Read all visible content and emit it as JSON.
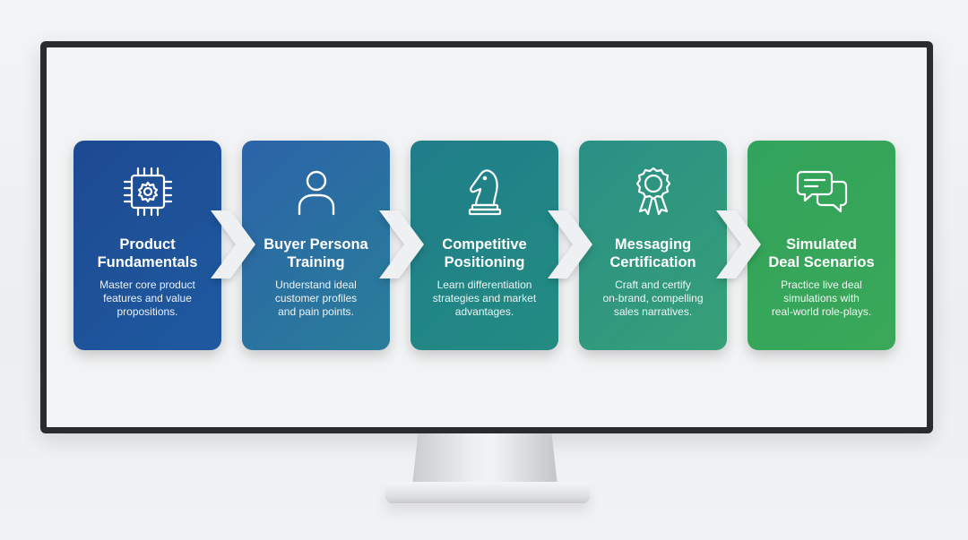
{
  "steps": [
    {
      "title_lines": [
        "Product",
        "Fundamentals"
      ],
      "desc_lines": [
        "Master core product",
        "features and value",
        "propositions."
      ],
      "icon": "chip-gear-icon"
    },
    {
      "title_lines": [
        "Buyer Persona",
        "Training"
      ],
      "desc_lines": [
        "Understand ideal",
        "customer profiles",
        "and pain points."
      ],
      "icon": "person-icon"
    },
    {
      "title_lines": [
        "Competitive",
        "Positioning"
      ],
      "desc_lines": [
        "Learn differentiation",
        "strategies and market",
        "advantages."
      ],
      "icon": "chess-knight-icon"
    },
    {
      "title_lines": [
        "Messaging",
        "Certification"
      ],
      "desc_lines": [
        "Craft and certify",
        "on-brand, compelling",
        "sales narratives."
      ],
      "icon": "award-ribbon-icon"
    },
    {
      "title_lines": [
        "Simulated",
        "Deal Scenarios"
      ],
      "desc_lines": [
        "Practice live deal",
        "simulations with",
        "real-world role-plays."
      ],
      "icon": "chat-bubbles-icon"
    }
  ],
  "colors": {
    "step1": "#1d4a92",
    "step2": "#2b63a8",
    "step3": "#1f7d8a",
    "step4": "#2a8f86",
    "step5": "#32a35c",
    "arrow": "#eef0f2",
    "monitor_frame": "#2a2b2e"
  }
}
